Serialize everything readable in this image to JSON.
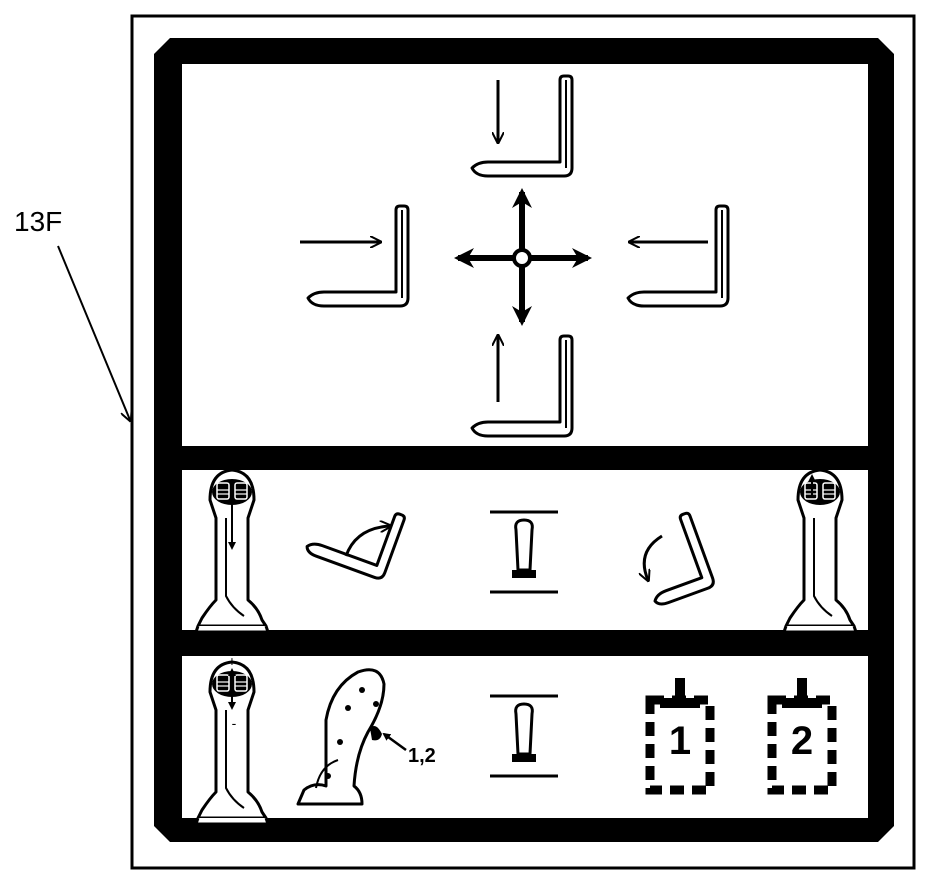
{
  "figure": {
    "callout_label": "13F",
    "button_annotation": "1,2",
    "memory_slots": [
      "1",
      "2"
    ],
    "signs": [
      "+",
      "-"
    ]
  },
  "icons": {
    "top_panel": [
      "fork-up-icon",
      "fork-left-icon",
      "fork-right-icon",
      "fork-down-icon",
      "four-way-arrow-icon"
    ],
    "middle_panel": [
      "joystick-pull-back-icon",
      "fork-tilt-back-icon",
      "joystick-neutral-icon",
      "fork-tilt-forward-icon",
      "joystick-push-forward-icon"
    ],
    "bottom_panel": [
      "joystick-plus-minus-icon",
      "joystick-grip-buttons-icon",
      "joystick-neutral-icon",
      "memory-1-icon",
      "memory-2-icon"
    ]
  },
  "colors": {
    "ink": "#000000",
    "paper": "#ffffff"
  }
}
